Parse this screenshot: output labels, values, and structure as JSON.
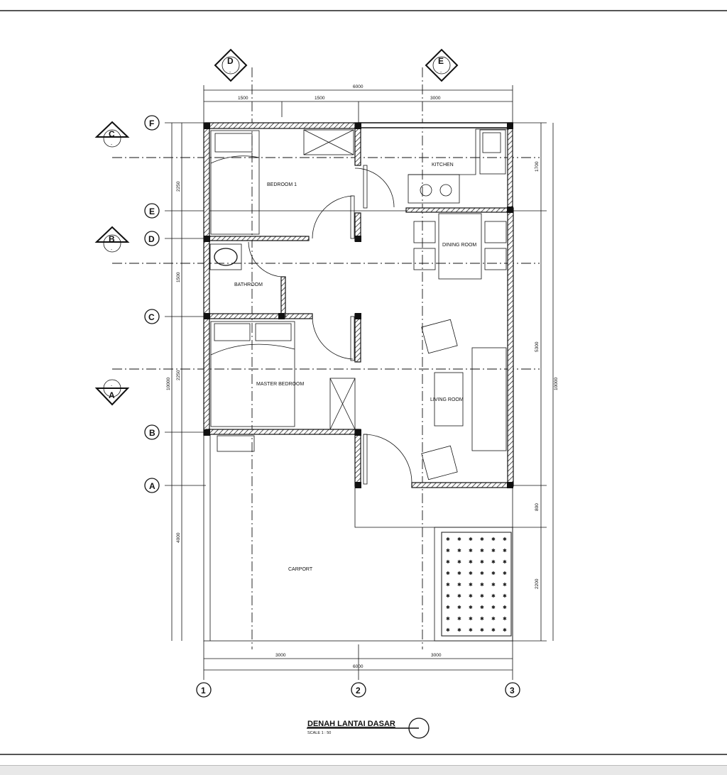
{
  "drawing": {
    "title": "DENAH LANTAI DASAR",
    "scale": "SCALE 1 : 50"
  },
  "rooms": {
    "bedroom1": "BEDROOM 1",
    "kitchen": "KITCHEN",
    "dining": "DINING ROOM",
    "bathroom": "BATHROOM",
    "master": "MASTER BEDROOM",
    "living": "LIVING ROOM",
    "carport": "CARPORT"
  },
  "grid": {
    "cols": [
      "1",
      "2",
      "3"
    ],
    "rows": [
      "F",
      "E",
      "D",
      "C",
      "B",
      "A"
    ]
  },
  "sections": {
    "top_left": {
      "letter": "D",
      "sub": "-"
    },
    "top_right": {
      "letter": "E",
      "sub": "-"
    },
    "left_c": {
      "letter": "C",
      "sub": "-"
    },
    "left_b": {
      "letter": "B",
      "sub": "-"
    },
    "left_a": {
      "letter": "A",
      "sub": "-"
    }
  },
  "dimensions": {
    "top_total": "6000",
    "top": [
      "1500",
      "1500",
      "3000"
    ],
    "bottom": [
      "3000",
      "3000"
    ],
    "bottom_total": "6000",
    "left": [
      "2250",
      "1500",
      "2250",
      "4000"
    ],
    "left_total": "10000",
    "right": [
      "1700",
      "5300",
      "800",
      "2200"
    ],
    "right_total": "10000"
  }
}
